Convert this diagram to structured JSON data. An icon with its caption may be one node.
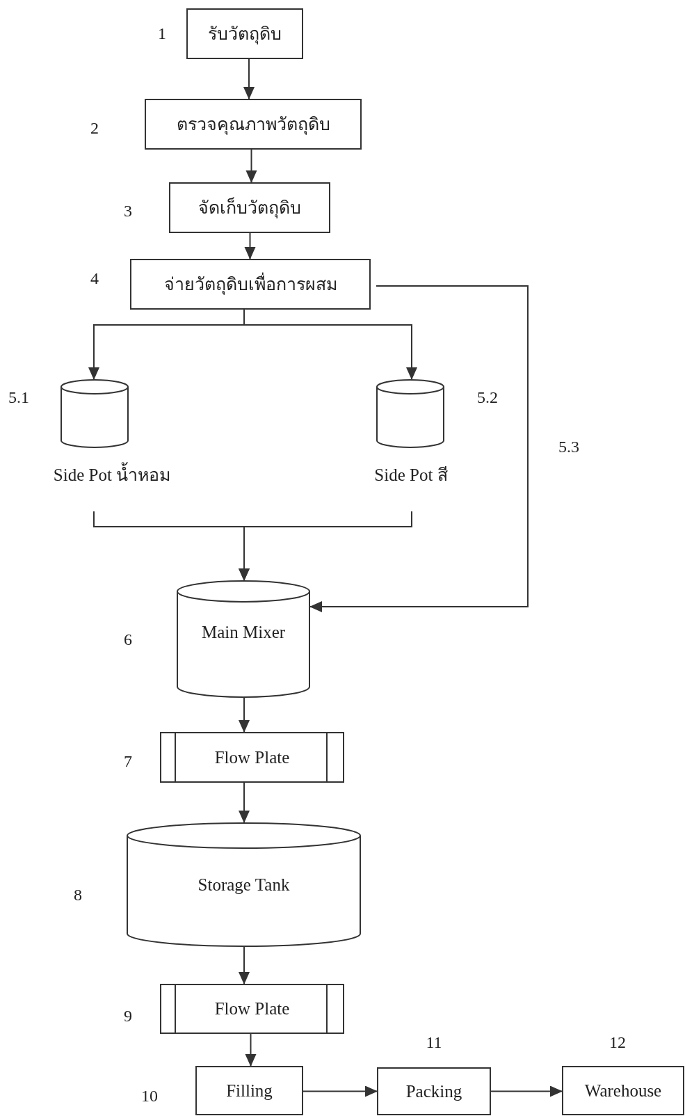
{
  "diagram": {
    "nodes": [
      {
        "text": [
          "รับวัตถุดิบ"
        ]
      },
      {
        "text": [
          "ตรวจคุณภาพวัตถุดิบ"
        ]
      },
      {
        "text": [
          "จัดเก็บวัตถุดิบ"
        ]
      },
      {
        "text": [
          "จ่ายวัตถุดิบเพื่อการผสม"
        ]
      },
      {
        "text": [
          "Side Pot น้ำหอม"
        ]
      },
      {
        "text": [
          "Side Pot สี"
        ]
      },
      {
        "text": [
          "Main Mixer"
        ]
      },
      {
        "text": [
          "Flow Plate"
        ]
      },
      {
        "text": [
          "Storage Tank"
        ]
      },
      {
        "text": [
          "Flow Plate"
        ]
      },
      {
        "text": [
          "Filling"
        ]
      },
      {
        "text": [
          "Packing"
        ]
      },
      {
        "text": [
          "Warehouse"
        ]
      }
    ],
    "edges": [
      {
        "from": 0,
        "to": 1,
        "arrow": "to"
      },
      {
        "from": 1,
        "to": 2,
        "arrow": "to"
      },
      {
        "from": 2,
        "to": 3,
        "arrow": "to"
      },
      {
        "from": 3,
        "to": 4,
        "arrow": "to"
      },
      {
        "from": 3,
        "to": 5,
        "arrow": "to"
      },
      {
        "from": 4,
        "to": 6,
        "arrow": "to"
      },
      {
        "from": 5,
        "to": 6,
        "arrow": "to"
      },
      {
        "from": 3,
        "to": 6,
        "arrow": "to"
      },
      {
        "from": 6,
        "to": 7,
        "arrow": "to"
      },
      {
        "from": 7,
        "to": 8,
        "arrow": "to"
      },
      {
        "from": 8,
        "to": 9,
        "arrow": "to"
      },
      {
        "from": 9,
        "to": 10,
        "arrow": "to"
      },
      {
        "from": 10,
        "to": 11,
        "arrow": "to"
      },
      {
        "from": 11,
        "to": 12,
        "arrow": "to"
      }
    ],
    "labels": [
      "1",
      "2",
      "3",
      "4",
      "5.1",
      "5.2",
      "5.3",
      "6",
      "7",
      "8",
      "9",
      "10",
      "11",
      "12"
    ]
  }
}
